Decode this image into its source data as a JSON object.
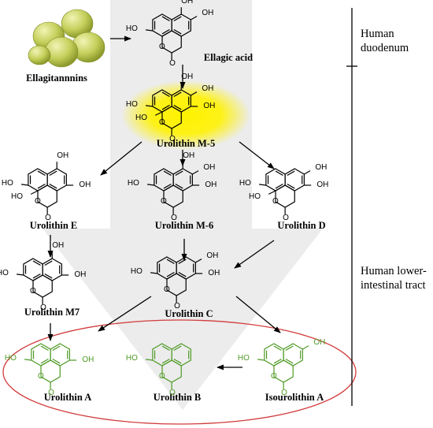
{
  "source_label": "Ellagitannnins",
  "side_labels": {
    "duodenum": [
      "Human",
      "duodenum"
    ],
    "lower_tract": [
      "Human lower-",
      "intestinal tract"
    ]
  },
  "compounds": {
    "ellagic_acid": "Ellagic acid",
    "m5": "Urolithin M-5",
    "e": "Urolithin E",
    "m6": "Urolithin M-6",
    "d": "Urolithin D",
    "m7": "Urolithin M7",
    "c": "Urolithin C",
    "a": "Urolithin A",
    "b": "Urolithin B",
    "isoA": "Isourolithin A"
  },
  "substituent_labels": {
    "oh": "OH",
    "ho": "HO",
    "o": "O"
  },
  "colors": {
    "structure_black": "#000000",
    "structure_green": "#4f9a26",
    "highlight": "#fff200",
    "pathway_shading": "#ececec",
    "ellipse": "#d23b3b",
    "fruit": "#c3cf5a"
  }
}
